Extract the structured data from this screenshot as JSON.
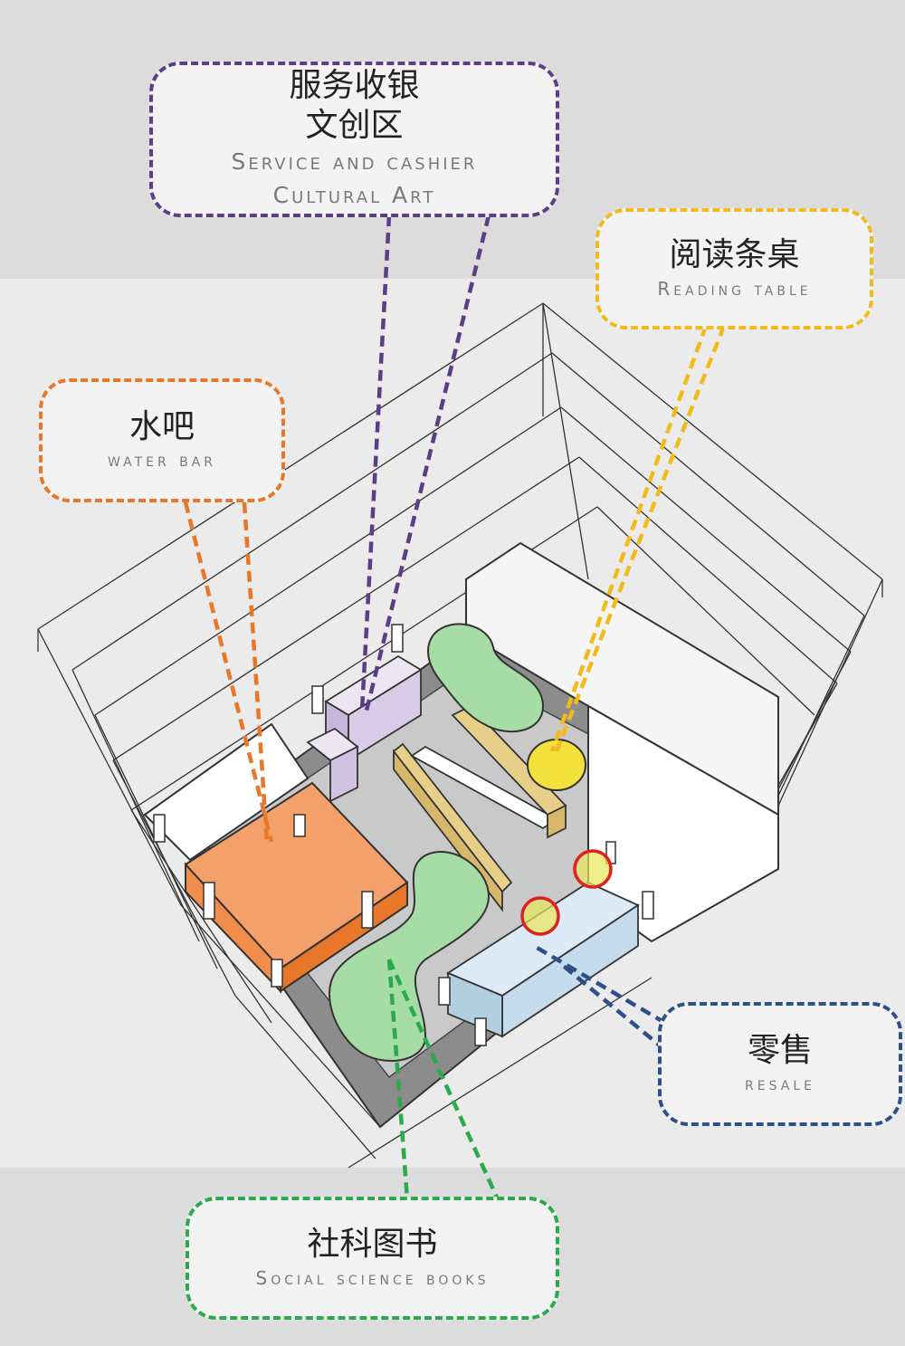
{
  "colors": {
    "service": "#5b3f86",
    "reading": "#f2bb1c",
    "water": "#e8772a",
    "resale": "#2d4f8a",
    "social": "#2aaa4a"
  },
  "labels": {
    "service": {
      "zh_1": "服务收银",
      "zh_2": "文创区",
      "en_1": "Service and cashier",
      "en_2": "Cultural Art"
    },
    "reading": {
      "zh": "阅读条桌",
      "en": "Reading table"
    },
    "water": {
      "zh": "水吧",
      "en": "water bar"
    },
    "resale": {
      "zh": "零售",
      "en": "resale"
    },
    "social": {
      "zh": "社科图书",
      "en": "Social science books"
    }
  }
}
